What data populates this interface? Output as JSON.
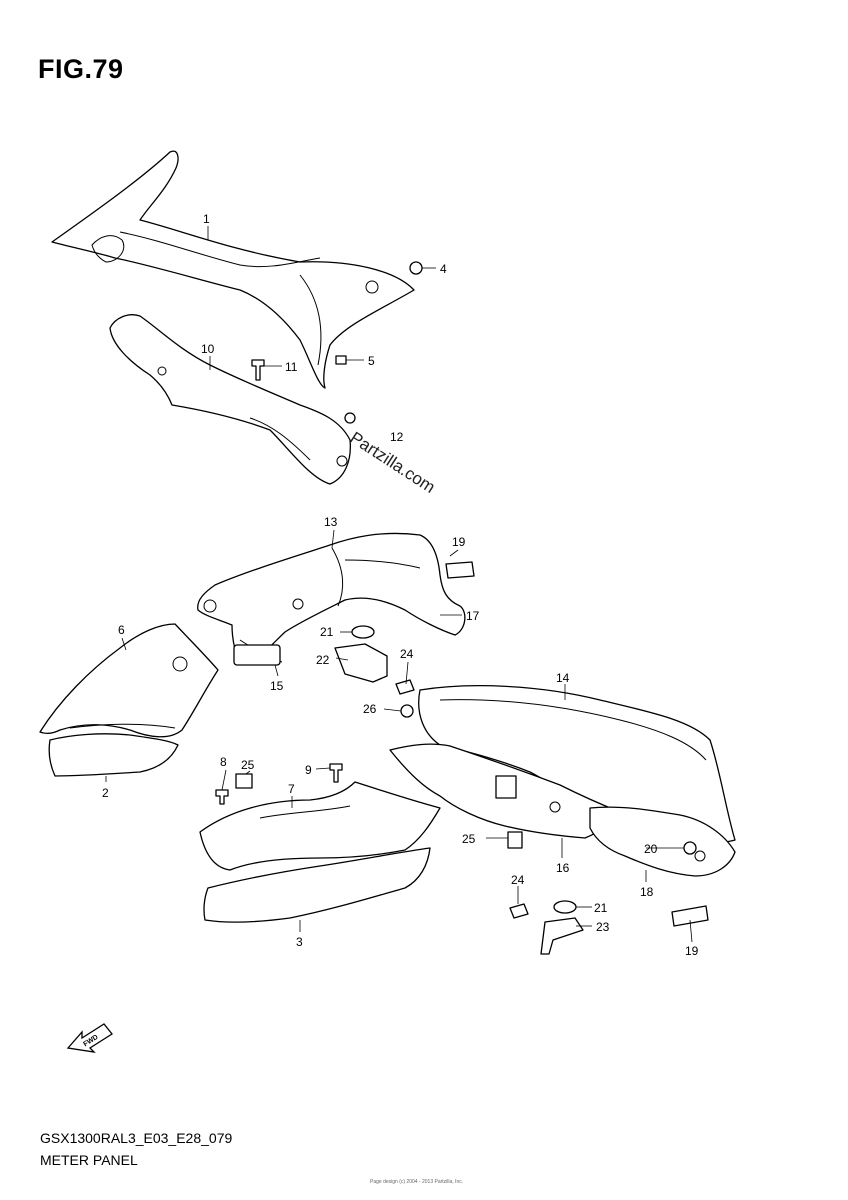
{
  "figure": {
    "title": "FIG.79",
    "model_code": "GSX1300RAL3_E03_E28_079",
    "name": "METER PANEL"
  },
  "watermark": "Partzilla.com",
  "fwd_label": "FWD",
  "copyright": "Page design (c) 2004 - 2013 Partzilla, Inc.",
  "callouts": [
    "1",
    "2",
    "3",
    "4",
    "5",
    "6",
    "7",
    "8",
    "9",
    "10",
    "11",
    "12",
    "13",
    "14",
    "15",
    "16",
    "17",
    "18",
    "19",
    "19",
    "20",
    "21",
    "21",
    "22",
    "23",
    "24",
    "24",
    "25",
    "25",
    "26"
  ]
}
